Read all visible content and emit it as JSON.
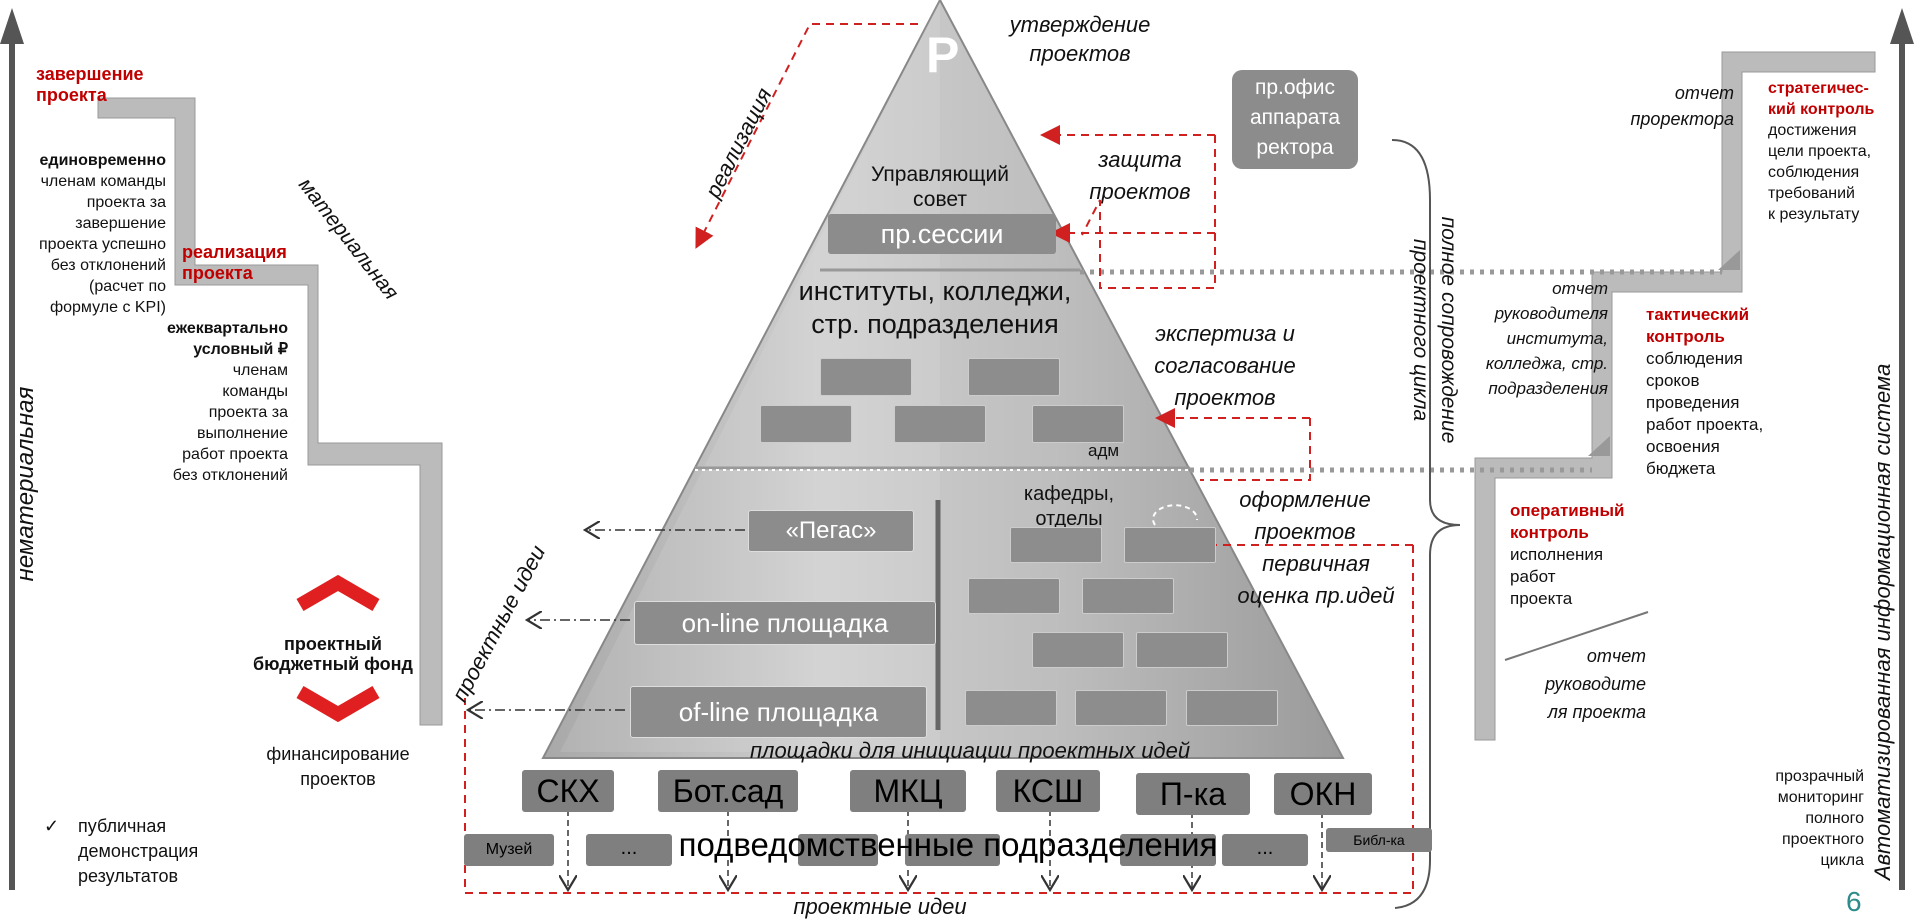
{
  "left_axis": {
    "label": "нематериальная"
  },
  "right_axis": {
    "label": "Автоматизированная информационная система"
  },
  "left": {
    "completion_title": "завершение проекта",
    "completion_bold": "единовременно",
    "completion_text": [
      "членам команды",
      "проекта за",
      "завершение",
      "проекта успешно",
      "без отклонений",
      "(расчет по",
      "формуле с KPI)"
    ],
    "implementation_title": "реализация проекта",
    "quarterly_bold": [
      "ежеквартально",
      "условный ₽"
    ],
    "quarterly_text": [
      "членам",
      "команды",
      "проекта за",
      "выполнение",
      "работ проекта",
      "без отклонений"
    ],
    "material_label": "материальная",
    "fund_label": [
      "проектный",
      "бюджетный фонд"
    ],
    "financing_label": [
      "финансирование",
      "проектов"
    ],
    "public_demo": [
      "публичная",
      "демонстрация",
      "результатов"
    ],
    "check_icon": "✓"
  },
  "pyramid": {
    "top_letter": "P",
    "council": [
      "Управляющий",
      "совет"
    ],
    "sessions": "пр.сессии",
    "institutes": [
      "институты, колледжи,",
      "стр. подразделения"
    ],
    "adm": "адм",
    "departments": [
      "кафедры,",
      "отделы"
    ],
    "pegas": "«Пегас»",
    "online": "on-line площадка",
    "offline": "of-line площадка",
    "platforms_caption": "площадки для инициации проектных идей"
  },
  "labels": {
    "realization": "реализация",
    "approval": [
      "утверждение",
      "проектов"
    ],
    "defense": [
      "защита",
      "проектов"
    ],
    "expertise": [
      "экспертиза и",
      "согласование",
      "проектов"
    ],
    "registration": [
      "оформление",
      "проектов"
    ],
    "primary": [
      "первичная",
      "оценка пр.идей"
    ],
    "project_ideas_left": "проектные идеи",
    "project_ideas_bottom": "проектные идеи",
    "full_support": [
      "полное сопровождение",
      "проектного цикла"
    ]
  },
  "office": [
    "пр.офис",
    "аппарата",
    "ректора"
  ],
  "subordinate": {
    "units": [
      "СКХ",
      "Бот.сад",
      "МКЦ",
      "КСШ",
      "П-ка",
      "ОКН"
    ],
    "small_units": [
      "Музей",
      "...",
      "...",
      "Библ-ка"
    ],
    "caption": "подведомственные подразделения"
  },
  "right": {
    "rector_report": [
      "отчет",
      "проректора"
    ],
    "strategic_title": [
      "стратегичес-",
      "кий контроль"
    ],
    "strategic_text": [
      "достижения",
      "цели проекта,",
      "соблюдения",
      "требований",
      "к результату"
    ],
    "head_report": [
      "отчет",
      "руководителя",
      "института,",
      "колледжа, стр.",
      "подразделения"
    ],
    "tactical_title": [
      "тактический",
      "контроль"
    ],
    "tactical_text": [
      "соблюдения",
      "сроков",
      "проведения",
      "работ проекта,",
      "освоения",
      "бюджета"
    ],
    "operative_title": [
      "оперативный",
      "контроль"
    ],
    "operative_text": [
      "исполнения",
      "работ",
      "проекта"
    ],
    "manager_report": [
      "отчет",
      "руководите",
      "ля проекта"
    ],
    "monitoring": [
      "прозрачный",
      "мониторинг",
      "полного",
      "проектного",
      "цикла"
    ]
  },
  "page_number": "6",
  "colors": {
    "accent_red": "#c00000",
    "dashed_red": "#d02020",
    "teal_number": "#2e8b8b",
    "grey_box": "#8c8c8c"
  }
}
